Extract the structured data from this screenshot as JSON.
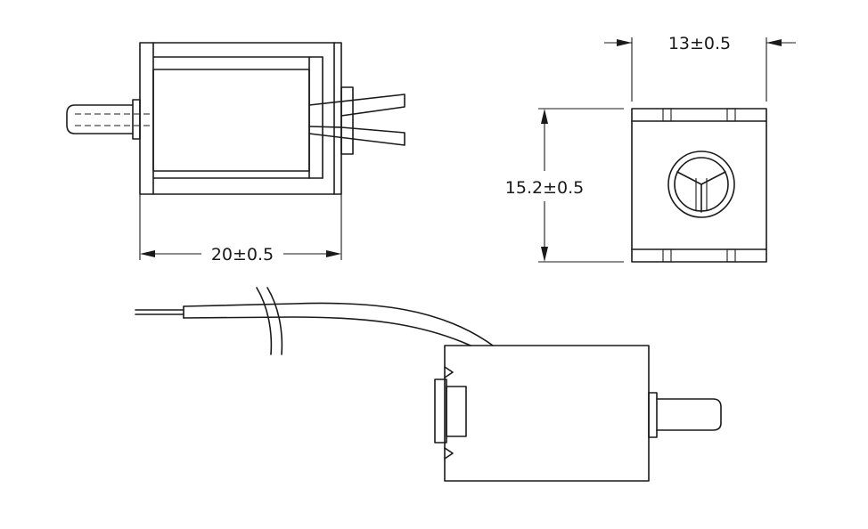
{
  "dimensions": {
    "length": "20±0.5",
    "width": "13±0.5",
    "height": "15.2±0.5"
  },
  "colors": {
    "line": "#1a1a1a",
    "background": "#ffffff"
  }
}
